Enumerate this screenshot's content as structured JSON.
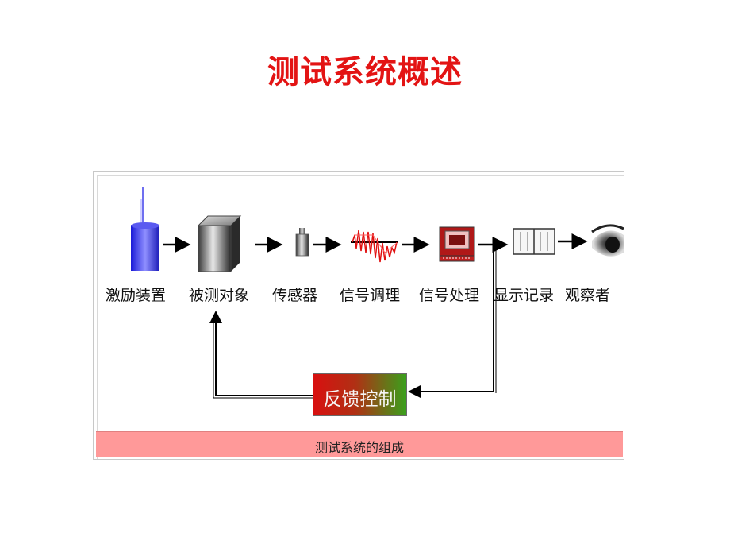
{
  "title": "测试系统概述",
  "caption": "测试系统的组成",
  "stages": [
    {
      "label": "激励装置",
      "icon": "exciter-cylinder-icon"
    },
    {
      "label": "被测对象",
      "icon": "test-object-cube-icon"
    },
    {
      "label": "传感器",
      "icon": "sensor-icon"
    },
    {
      "label": "信号调理",
      "icon": "waveform-icon"
    },
    {
      "label": "信号处理",
      "icon": "computer-icon"
    },
    {
      "label": "显示记录",
      "icon": "record-book-icon"
    },
    {
      "label": "观察者",
      "icon": "eye-icon"
    }
  ],
  "feedback": {
    "label": "反馈控制"
  },
  "colors": {
    "title": "#e31414",
    "caption_bar": "#ff9999",
    "feedback_start": "#d81010",
    "feedback_end": "#3aa01c"
  }
}
